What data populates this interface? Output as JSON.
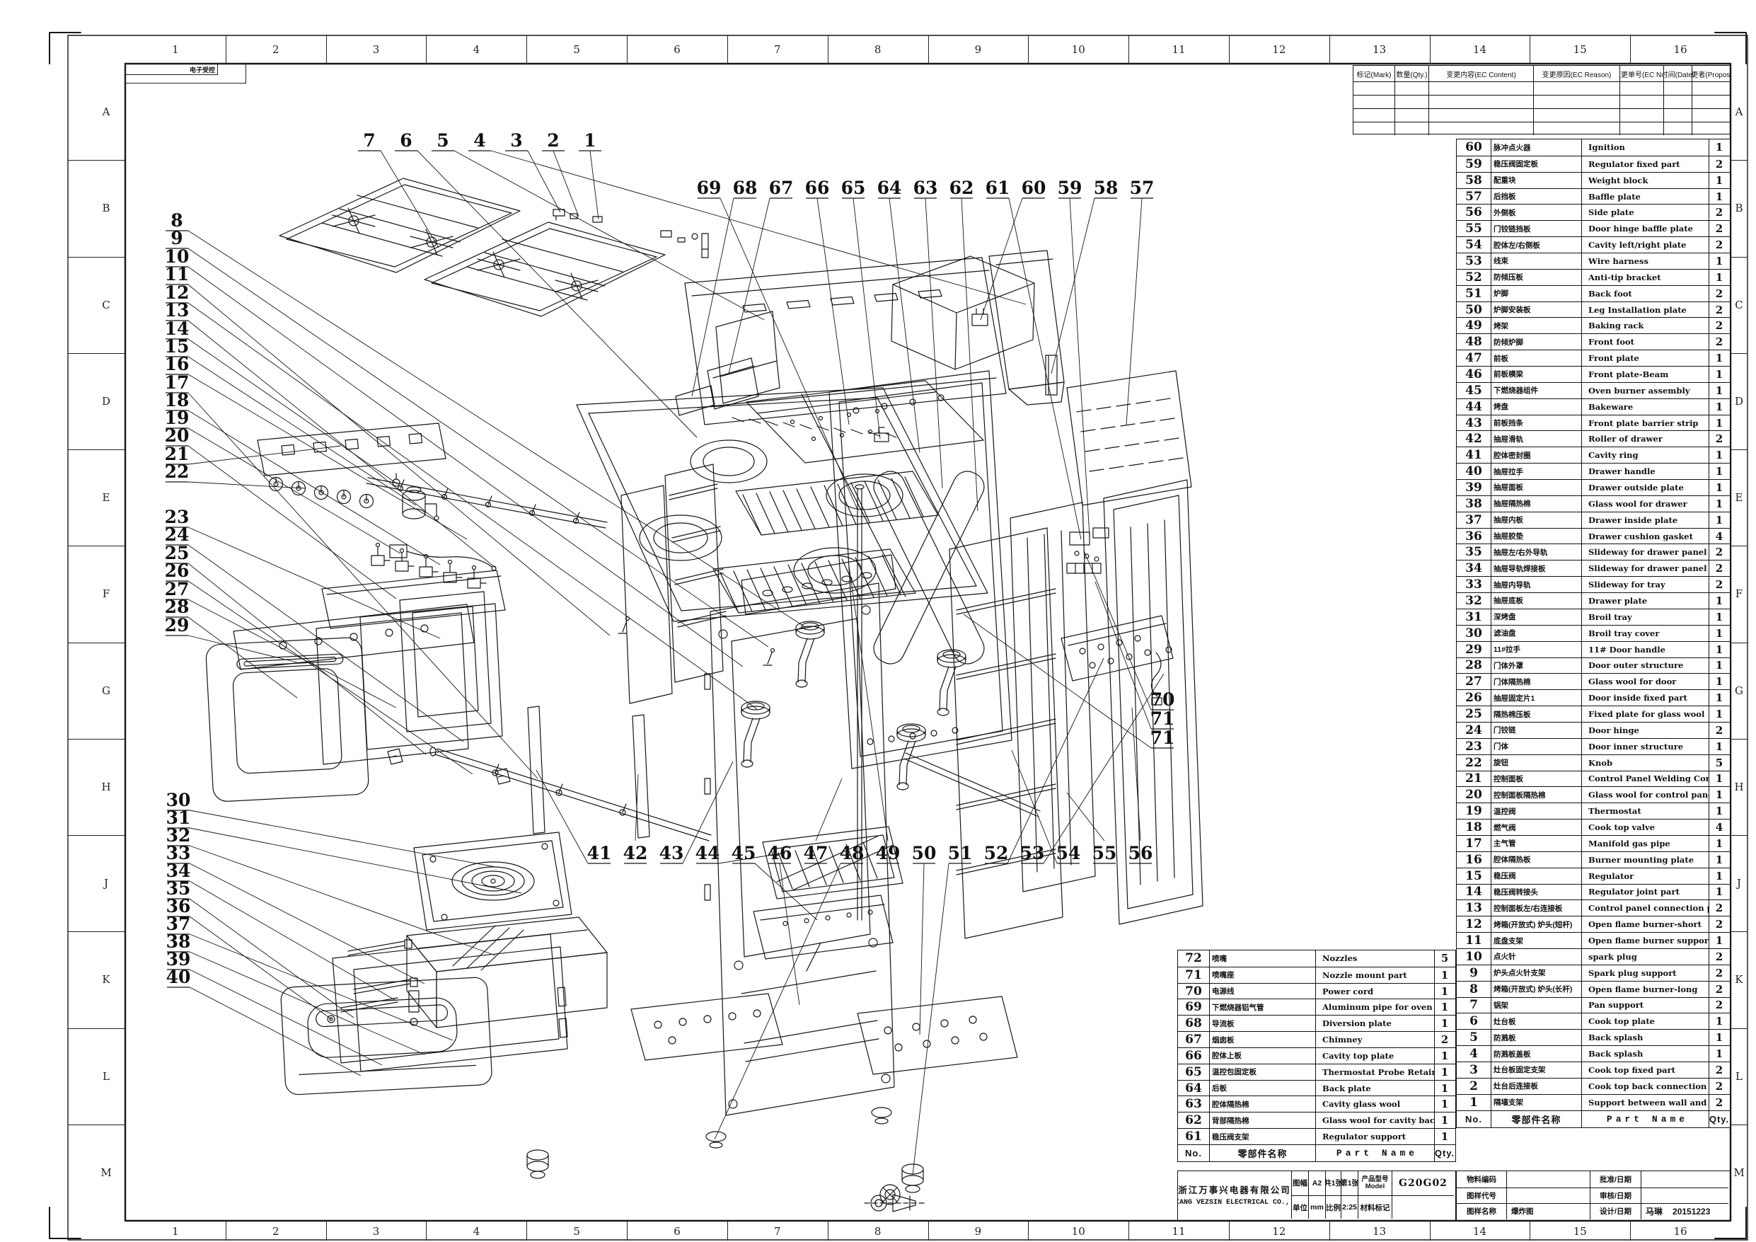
{
  "sheet": {
    "stamp": "电子受控",
    "zones_top": [
      "1",
      "2",
      "3",
      "4",
      "5",
      "6",
      "7",
      "8",
      "9",
      "10",
      "11",
      "12",
      "13",
      "14",
      "15",
      "16"
    ],
    "zones_side": [
      "A",
      "B",
      "C",
      "D",
      "E",
      "F",
      "G",
      "H",
      "J",
      "K",
      "L",
      "M"
    ]
  },
  "ecn_table": {
    "headers": [
      "标记(Mark)",
      "数量(Qty.)",
      "变更内容(EC Content)",
      "变更原因(EC Reason)",
      "变更单号(EC No.)",
      "时间(Date)",
      "变更者(Proposer)"
    ],
    "empty_rows": 4
  },
  "bom_headers": {
    "no": "No.",
    "cn": "零部件名称",
    "en": "Part Name",
    "qty": "Qty."
  },
  "bom_right": {
    "rows": [
      [
        60,
        "脉冲点火器",
        "Ignition",
        1
      ],
      [
        59,
        "稳压阀固定板",
        "Regulator fixed part",
        2
      ],
      [
        58,
        "配重块",
        "Weight block",
        1
      ],
      [
        57,
        "后挡板",
        "Baffle plate",
        1
      ],
      [
        56,
        "外侧板",
        "Side plate",
        2
      ],
      [
        55,
        "门铰链挡板",
        "Door hinge baffle plate",
        2
      ],
      [
        54,
        "腔体左/右侧板",
        "Cavity left/right plate",
        2
      ],
      [
        53,
        "线束",
        "Wire harness",
        1
      ],
      [
        52,
        "防倾压板",
        "Anti-tip bracket",
        1
      ],
      [
        51,
        "炉脚",
        "Back foot",
        2
      ],
      [
        50,
        "炉脚安装板",
        "Leg Installation plate",
        2
      ],
      [
        49,
        "烤架",
        "Baking rack",
        2
      ],
      [
        48,
        "防倾炉脚",
        "Front foot",
        2
      ],
      [
        47,
        "前板",
        "Front plate",
        1
      ],
      [
        46,
        "前板横梁",
        "Front plate-Beam",
        1
      ],
      [
        45,
        "下燃烧器组件",
        "Oven burner assembly",
        1
      ],
      [
        44,
        "烤盘",
        "Bakeware",
        1
      ],
      [
        43,
        "前板挡条",
        "Front plate barrier strip",
        1
      ],
      [
        42,
        "抽屉滑轨",
        "Roller of drawer",
        2
      ],
      [
        41,
        "腔体密封圈",
        "Cavity ring",
        1
      ],
      [
        40,
        "抽屉拉手",
        "Drawer handle",
        1
      ],
      [
        39,
        "抽屉面板",
        "Drawer outside plate",
        1
      ],
      [
        38,
        "抽屉隔热棉",
        "Glass wool for drawer",
        1
      ],
      [
        37,
        "抽屉内板",
        "Drawer inside plate",
        1
      ],
      [
        36,
        "抽屉胶垫",
        "Drawer cushion gasket",
        4
      ],
      [
        35,
        "抽屉左/右外导轨",
        "Slideway for drawer panel",
        2
      ],
      [
        34,
        "抽屉导轨焊接板",
        "Slideway for drawer panel",
        2
      ],
      [
        33,
        "抽屉内导轨",
        "Slideway for tray",
        2
      ],
      [
        32,
        "抽屉底板",
        "Drawer  plate",
        1
      ],
      [
        31,
        "深烤盘",
        "Broil tray",
        1
      ],
      [
        30,
        "滤油盘",
        "Broil tray cover",
        1
      ],
      [
        29,
        "11#拉手",
        "11# Door handle",
        1
      ],
      [
        28,
        "门体外罩",
        "Door outer structure",
        1
      ],
      [
        27,
        "门体隔热棉",
        "Glass wool for door",
        1
      ],
      [
        26,
        "抽屉固定片1",
        "Door inside fixed part",
        1
      ],
      [
        25,
        "隔热棉压板",
        "Fixed plate for glass wool",
        1
      ],
      [
        24,
        "门铰链",
        "Door hinge",
        2
      ],
      [
        23,
        "门体",
        "Door inner structure",
        1
      ],
      [
        22,
        "旋钮",
        "Knob",
        5
      ],
      [
        21,
        "控制面板",
        "Control Panel Welding Components",
        1
      ],
      [
        20,
        "控制面板隔热棉",
        "Glass wool for control panel",
        1
      ],
      [
        19,
        "温控阀",
        "Thermostat",
        1
      ],
      [
        18,
        "燃气阀",
        "Cook top valve",
        4
      ],
      [
        17,
        "主气管",
        "Manifold gas pipe",
        1
      ],
      [
        16,
        "腔体隔热板",
        "Burner mounting plate",
        1
      ],
      [
        15,
        "稳压阀",
        "Regulator",
        1
      ],
      [
        14,
        "稳压阀转接头",
        "Regulator joint part",
        1
      ],
      [
        13,
        "控制面板左/右连接板",
        "Control panel connection plate(left/right)",
        2
      ],
      [
        12,
        "烤箱(开放式) 炉头(短杆)",
        "Open flame burner-short",
        2
      ],
      [
        11,
        "底盘支架",
        "Open flame burner support",
        1
      ],
      [
        10,
        "点火针",
        "spark plug",
        2
      ],
      [
        9,
        "炉头点火针支架",
        "Spark plug support",
        2
      ],
      [
        8,
        "烤箱(开放式) 炉头(长杆)",
        "Open flame burner-long",
        2
      ],
      [
        7,
        "锅架",
        "Pan support",
        2
      ],
      [
        6,
        "灶台板",
        "Cook top plate",
        1
      ],
      [
        5,
        "防溅板",
        "Back splash",
        1
      ],
      [
        4,
        "防溅板盖板",
        "Back splash",
        1
      ],
      [
        3,
        "灶台板固定支架",
        "Cook top fixed part",
        2
      ],
      [
        2,
        "灶台后连接板",
        "Cook top back connection plate",
        2
      ],
      [
        1,
        "隔墙支架",
        "Support between wall and unit",
        2
      ]
    ]
  },
  "bom_left": {
    "rows": [
      [
        72,
        "喷嘴",
        "Nozzles",
        5
      ],
      [
        71,
        "喷嘴座",
        "Nozzle mount part",
        1
      ],
      [
        70,
        "电源线",
        "Power cord",
        1
      ],
      [
        69,
        "下燃烧器铝气管",
        "Aluminum pipe for oven burner",
        1
      ],
      [
        68,
        "导流板",
        "Diversion plate",
        1
      ],
      [
        67,
        "烟囱板",
        "Chimney",
        2
      ],
      [
        66,
        "腔体上板",
        "Cavity top plate",
        1
      ],
      [
        65,
        "温控包固定板",
        "Thermostat Probe Retaining clip",
        1
      ],
      [
        64,
        "后板",
        "Back plate",
        1
      ],
      [
        63,
        "腔体隔热棉",
        "Cavity glass wool",
        1
      ],
      [
        62,
        "背部隔热棉",
        "Glass wool for cavity back",
        1
      ],
      [
        61,
        "稳压阀支架",
        "Regulator support",
        1
      ]
    ]
  },
  "title_block": {
    "company_cn": "浙江万事兴电器有限公司",
    "company_en": "ZHEJIANG VEZSIN ELECTRICAL CO., LTD.",
    "size_label": "图幅",
    "size": "A2",
    "total": "共1张",
    "index": "第1张",
    "model_label_cn": "产品型号",
    "model_label_en": "Model",
    "model": "G20G02",
    "unit_label": "单位",
    "unit": "mm",
    "scale_label": "比例",
    "scale": "2:25",
    "material_label": "材料标记",
    "material": "",
    "material_code_label": "物料编码",
    "material_code": "",
    "drawing_code_label": "图样代号",
    "drawing_code": "",
    "drawing_name_label": "图样名称",
    "drawing_name": "爆炸图",
    "approve_label": "批准/日期",
    "approve": "",
    "audit_label": "审核/日期",
    "audit": "",
    "design_label": "设计/日期",
    "designer": "马琳",
    "design_date": "20151223"
  },
  "callouts": [
    [
      7,
      522,
      205,
      620,
      350
    ],
    [
      6,
      574,
      205,
      985,
      618
    ],
    [
      5,
      626,
      205,
      1080,
      452
    ],
    [
      4,
      678,
      205,
      1450,
      430
    ],
    [
      3,
      730,
      205,
      792,
      300
    ],
    [
      2,
      782,
      205,
      818,
      306
    ],
    [
      1,
      834,
      205,
      846,
      310
    ],
    [
      69,
      1002,
      272,
      1212,
      720
    ],
    [
      68,
      1053,
      272,
      978,
      560
    ],
    [
      67,
      1104,
      272,
      1030,
      528
    ],
    [
      66,
      1155,
      272,
      1200,
      600
    ],
    [
      65,
      1206,
      272,
      1244,
      620
    ],
    [
      64,
      1257,
      272,
      1300,
      640
    ],
    [
      63,
      1308,
      272,
      1332,
      690
    ],
    [
      62,
      1359,
      272,
      1382,
      722
    ],
    [
      61,
      1410,
      272,
      1528,
      762
    ],
    [
      60,
      1461,
      272,
      1386,
      452
    ],
    [
      59,
      1512,
      272,
      1540,
      758
    ],
    [
      58,
      1563,
      272,
      1486,
      528
    ],
    [
      57,
      1614,
      272,
      1592,
      600
    ],
    [
      8,
      250,
      318,
      1138,
      886
    ],
    [
      9,
      250,
      343,
      1086,
      914
    ],
    [
      10,
      250,
      369,
      1050,
      942
    ],
    [
      11,
      250,
      394,
      862,
      898
    ],
    [
      12,
      250,
      420,
      1070,
      1002
    ],
    [
      13,
      250,
      445,
      700,
      802
    ],
    [
      14,
      250,
      471,
      562,
      684
    ],
    [
      15,
      250,
      496,
      588,
      714
    ],
    [
      16,
      250,
      521,
      660,
      762
    ],
    [
      17,
      250,
      547,
      760,
      1100
    ],
    [
      18,
      250,
      572,
      622,
      798
    ],
    [
      19,
      250,
      597,
      566,
      782
    ],
    [
      20,
      250,
      622,
      560,
      846
    ],
    [
      21,
      250,
      648,
      482,
      630
    ],
    [
      22,
      250,
      673,
      432,
      690
    ],
    [
      23,
      250,
      737,
      622,
      902
    ],
    [
      24,
      250,
      762,
      655,
      1048
    ],
    [
      25,
      250,
      788,
      602,
      1066
    ],
    [
      26,
      250,
      813,
      668,
      1094
    ],
    [
      27,
      250,
      839,
      560,
      1000
    ],
    [
      28,
      250,
      864,
      420,
      986
    ],
    [
      29,
      250,
      890,
      420,
      936
    ],
    [
      30,
      252,
      1137,
      700,
      1225
    ],
    [
      31,
      252,
      1162,
      737,
      1262
    ],
    [
      32,
      252,
      1187,
      700,
      1350
    ],
    [
      33,
      252,
      1212,
      600,
      1390
    ],
    [
      34,
      252,
      1237,
      560,
      1414
    ],
    [
      35,
      252,
      1262,
      500,
      1438
    ],
    [
      36,
      252,
      1287,
      468,
      1440
    ],
    [
      37,
      252,
      1312,
      640,
      1470
    ],
    [
      38,
      252,
      1337,
      600,
      1490
    ],
    [
      39,
      252,
      1362,
      540,
      1505
    ],
    [
      40,
      252,
      1387,
      510,
      1520
    ],
    [
      41,
      847,
      1212,
      758,
      1088
    ],
    [
      42,
      898,
      1212,
      902,
      1094
    ],
    [
      43,
      949,
      1212,
      1036,
      1076
    ],
    [
      44,
      1000,
      1212,
      1110,
      1205
    ],
    [
      45,
      1051,
      1212,
      1155,
      1300
    ],
    [
      46,
      1102,
      1212,
      1130,
      1420
    ],
    [
      47,
      1153,
      1212,
      1190,
      1100
    ],
    [
      48,
      1204,
      1212,
      1010,
      1610
    ],
    [
      49,
      1255,
      1212,
      1200,
      800
    ],
    [
      50,
      1306,
      1212,
      1300,
      1462
    ],
    [
      51,
      1357,
      1212,
      1290,
      1660
    ],
    [
      52,
      1408,
      1212,
      1560,
      930
    ],
    [
      53,
      1459,
      1212,
      1645,
      952
    ],
    [
      54,
      1510,
      1212,
      1430,
      1060
    ],
    [
      55,
      1561,
      1212,
      1508,
      1120
    ],
    [
      56,
      1612,
      1212,
      1600,
      1000
    ],
    [
      70,
      1643,
      995,
      1532,
      778
    ],
    [
      71,
      1643,
      1022,
      1548,
      822
    ],
    [
      71,
      1643,
      1049,
      1362,
      868
    ]
  ]
}
